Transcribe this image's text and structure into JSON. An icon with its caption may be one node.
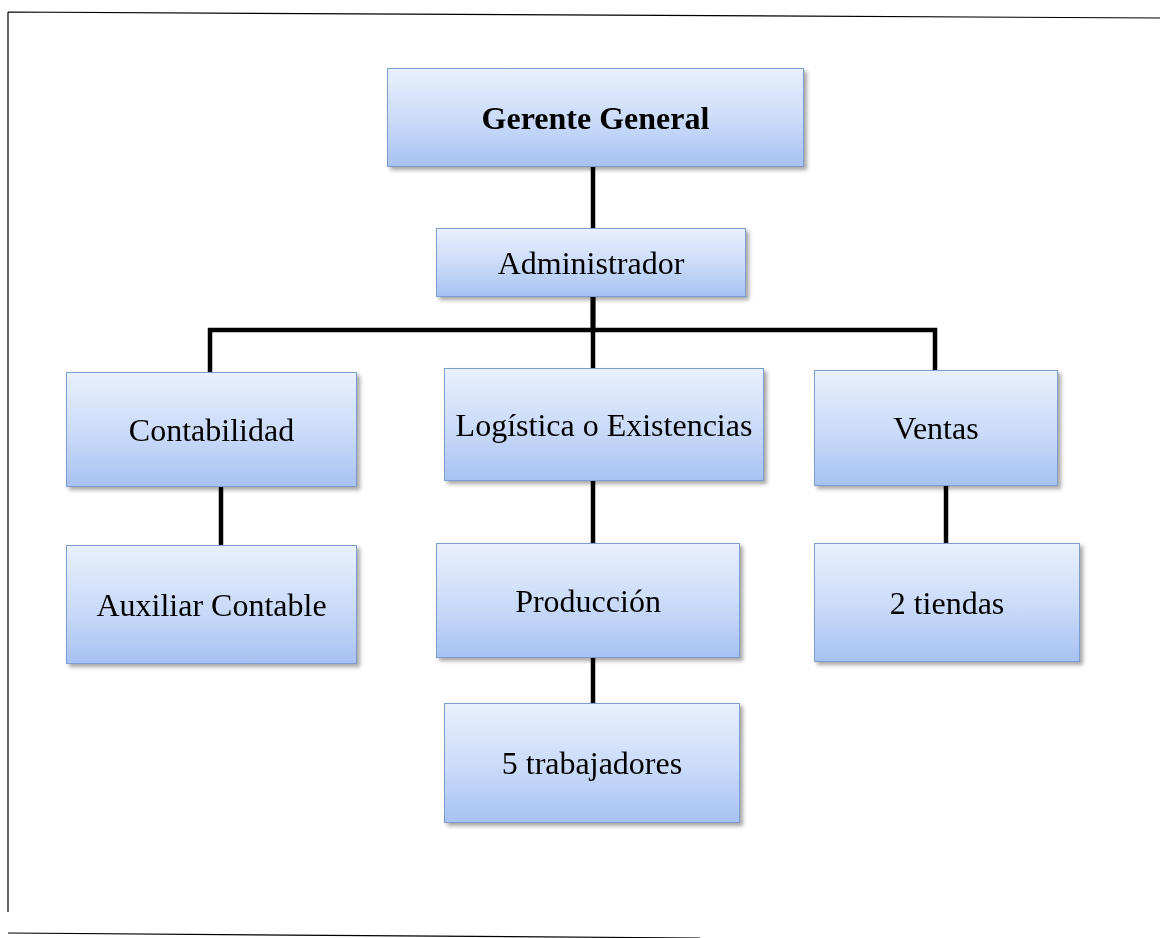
{
  "diagram": {
    "nodes": [
      {
        "text": [
          "Gerente General"
        ]
      },
      {
        "text": [
          "Administrador"
        ]
      },
      {
        "text": [
          "Contabilidad"
        ]
      },
      {
        "text": [
          "Logística o Existencias"
        ]
      },
      {
        "text": [
          "Ventas"
        ]
      },
      {
        "text": [
          "Auxiliar Contable"
        ]
      },
      {
        "text": [
          "Producción"
        ]
      },
      {
        "text": [
          "5 trabajadores"
        ]
      },
      {
        "text": [
          "2 tiendas"
        ]
      }
    ],
    "edges": [
      {
        "from": 0,
        "to": 1,
        "arrow": "none"
      },
      {
        "from": 1,
        "to": 2,
        "arrow": "none"
      },
      {
        "from": 1,
        "to": 3,
        "arrow": "none"
      },
      {
        "from": 1,
        "to": 4,
        "arrow": "none"
      },
      {
        "from": 2,
        "to": 5,
        "arrow": "none"
      },
      {
        "from": 3,
        "to": 6,
        "arrow": "none"
      },
      {
        "from": 6,
        "to": 7,
        "arrow": "none"
      },
      {
        "from": 4,
        "to": 8,
        "arrow": "none"
      }
    ]
  }
}
